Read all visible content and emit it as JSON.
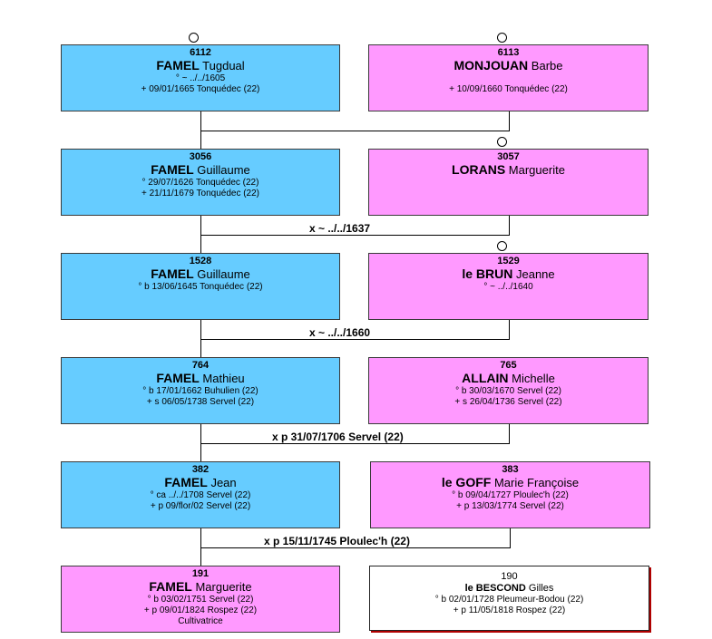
{
  "people": {
    "p6112": {
      "num": "6112",
      "surname": "FAMEL",
      "given": "Tugdual",
      "line1": "° ~ ../../1605",
      "line2": "+ 09/01/1665 Tonquédec (22)",
      "line3": ""
    },
    "p6113": {
      "num": "6113",
      "surname": "MONJOUAN",
      "given": "Barbe",
      "line1": "",
      "line2": "+ 10/09/1660 Tonquédec (22)",
      "line3": ""
    },
    "p3056": {
      "num": "3056",
      "surname": "FAMEL",
      "given": "Guillaume",
      "line1": "° 29/07/1626 Tonquédec (22)",
      "line2": "+ 21/11/1679 Tonquédec (22)",
      "line3": ""
    },
    "p3057": {
      "num": "3057",
      "surname": "LORANS",
      "given": "Marguerite",
      "line1": "",
      "line2": "",
      "line3": ""
    },
    "p1528": {
      "num": "1528",
      "surname": "FAMEL",
      "given": "Guillaume",
      "line1": "° b 13/06/1645 Tonquédec (22)",
      "line2": "",
      "line3": ""
    },
    "p1529": {
      "num": "1529",
      "surname": "le BRUN",
      "given": "Jeanne",
      "line1": "° ~ ../../1640",
      "line2": "",
      "line3": ""
    },
    "p764": {
      "num": "764",
      "surname": "FAMEL",
      "given": "Mathieu",
      "line1": "° b 17/01/1662 Buhulien (22)",
      "line2": "+ s 06/05/1738 Servel (22)",
      "line3": ""
    },
    "p765": {
      "num": "765",
      "surname": "ALLAIN",
      "given": "Michelle",
      "line1": "° b 30/03/1670 Servel (22)",
      "line2": "+ s 26/04/1736 Servel (22)",
      "line3": ""
    },
    "p382": {
      "num": "382",
      "surname": "FAMEL",
      "given": "Jean",
      "line1": "° ca ../../1708 Servel (22)",
      "line2": "+ p 09/flor/02 Servel (22)",
      "line3": ""
    },
    "p383": {
      "num": "383",
      "surname": "le GOFF",
      "given": "Marie Françoise",
      "line1": "° b 09/04/1727 Ploulec'h (22)",
      "line2": "+ p 13/03/1774 Servel (22)",
      "line3": ""
    },
    "p191": {
      "num": "191",
      "surname": "FAMEL",
      "given": "Marguerite",
      "line1": "° b 03/02/1751 Servel (22)",
      "line2": "+ p 09/01/1824 Rospez (22)",
      "line3": "Cultivatrice"
    },
    "p190": {
      "num": "190",
      "surname": "le BESCOND",
      "given": "Gilles",
      "line1": "° b 02/01/1728 Pleumeur-Bodou (22)",
      "line2": "+ p 11/05/1818 Rospez (22)",
      "line3": ""
    }
  },
  "marriages": {
    "m1": "x ~ ../../1637",
    "m2": "x ~ ../../1660",
    "m3": "x p 31/07/1706 Servel (22)",
    "m4": "x p 15/11/1745 Ploulec'h (22)"
  },
  "colors": {
    "male": "#66ccff",
    "female": "#ff99ff",
    "other": "#ffffff"
  }
}
